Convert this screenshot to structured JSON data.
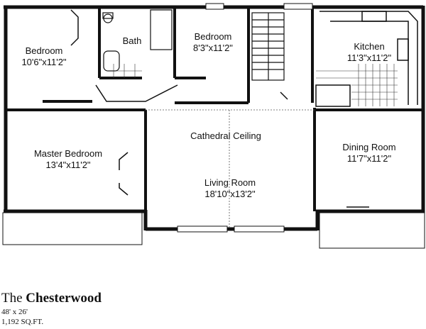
{
  "rooms": {
    "bedroom_1": {
      "name": "Bedroom",
      "size": "10'6\"x11'2\""
    },
    "bath": {
      "name": "Bath"
    },
    "bedroom_2": {
      "name": "Bedroom",
      "size": "8'3\"x11'2\""
    },
    "kitchen": {
      "name": "Kitchen",
      "size": "11'3\"x11'2\""
    },
    "cathedral": {
      "name": "Cathedral Ceiling"
    },
    "master": {
      "name": "Master Bedroom",
      "size": "13'4\"x11'2\""
    },
    "living": {
      "name": "Living Room",
      "size": "18'10\"x13'2\""
    },
    "dining": {
      "name": "Dining Room",
      "size": "11'7\"x11'2\""
    }
  },
  "caption": {
    "the": "The",
    "name": "Chesterwood",
    "dimensions": "48' x 26'",
    "sqft": "1,192 SQ.FT."
  }
}
